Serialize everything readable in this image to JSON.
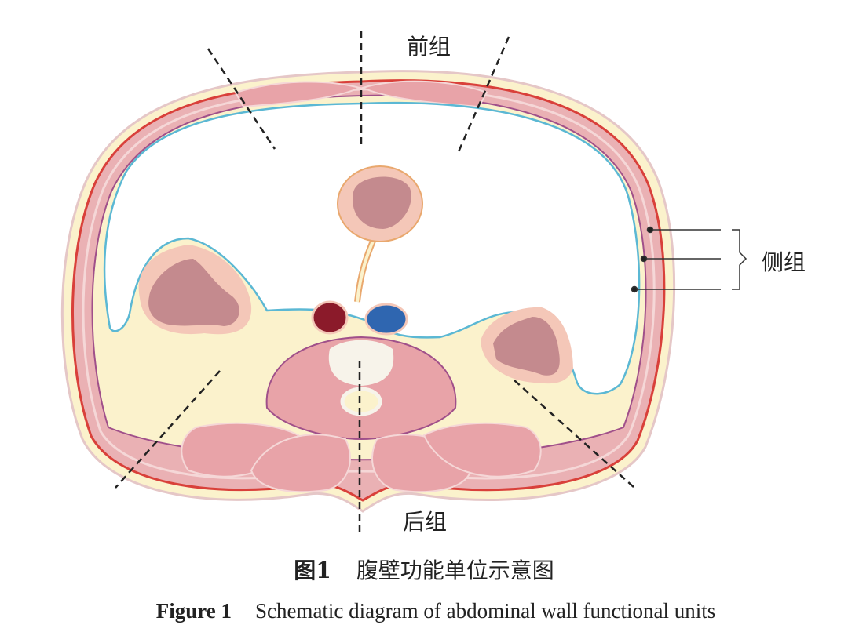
{
  "labels": {
    "anterior": "前组",
    "lateral": "侧组",
    "posterior": "后组"
  },
  "caption": {
    "cn_number": "图1",
    "cn_title": "腹壁功能单位示意图",
    "en_number": "Figure 1",
    "en_title": "Schematic diagram of abdominal wall functional units"
  },
  "colors": {
    "muscle": "#e8a3a8",
    "fat": "#fbf3c8",
    "peritoneum": "#5bb8d4",
    "artery": "#8b1a2a",
    "vein": "#2f66b0",
    "fascia_red": "#d9403a"
  }
}
